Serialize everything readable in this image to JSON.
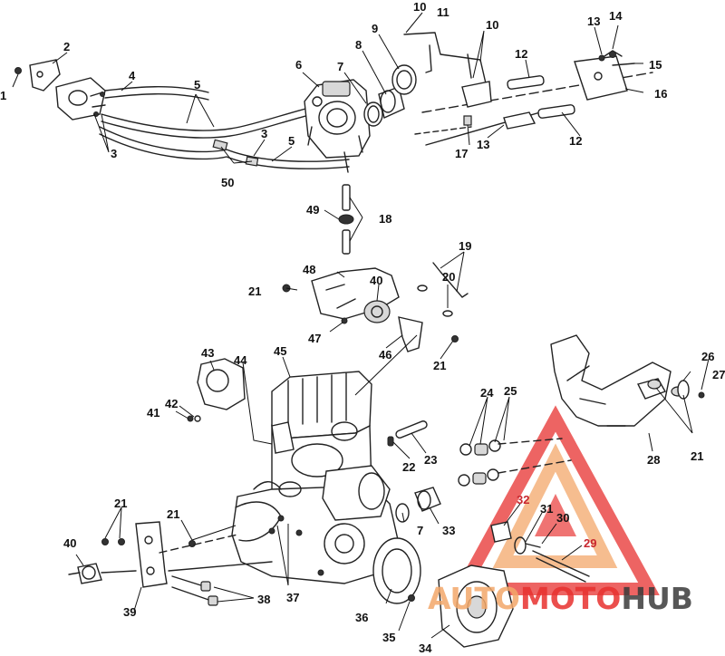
{
  "watermark": {
    "part1": "AUTO",
    "part2": "MOTO",
    "part3": "HUB",
    "color_primary": "#e8312f",
    "color_secondary": "#f3a86a",
    "color_dark": "#3a3a3a"
  },
  "callouts": [
    {
      "id": "c1",
      "text": "1"
    },
    {
      "id": "c2",
      "text": "2"
    },
    {
      "id": "c3a",
      "text": "3"
    },
    {
      "id": "c3b",
      "text": "3"
    },
    {
      "id": "c4",
      "text": "4"
    },
    {
      "id": "c5a",
      "text": "5"
    },
    {
      "id": "c5b",
      "text": "5"
    },
    {
      "id": "c6",
      "text": "6"
    },
    {
      "id": "c7a",
      "text": "7"
    },
    {
      "id": "c7b",
      "text": "7"
    },
    {
      "id": "c8",
      "text": "8"
    },
    {
      "id": "c9",
      "text": "9"
    },
    {
      "id": "c10a",
      "text": "10"
    },
    {
      "id": "c10b",
      "text": "10"
    },
    {
      "id": "c11",
      "text": "11"
    },
    {
      "id": "c12a",
      "text": "12"
    },
    {
      "id": "c12b",
      "text": "12"
    },
    {
      "id": "c13a",
      "text": "13"
    },
    {
      "id": "c13b",
      "text": "13"
    },
    {
      "id": "c14",
      "text": "14"
    },
    {
      "id": "c15",
      "text": "15"
    },
    {
      "id": "c16",
      "text": "16"
    },
    {
      "id": "c17",
      "text": "17"
    },
    {
      "id": "c18",
      "text": "18"
    },
    {
      "id": "c19",
      "text": "19"
    },
    {
      "id": "c20",
      "text": "20"
    },
    {
      "id": "c21a",
      "text": "21"
    },
    {
      "id": "c21b",
      "text": "21"
    },
    {
      "id": "c21c",
      "text": "21"
    },
    {
      "id": "c21d",
      "text": "21"
    },
    {
      "id": "c21e",
      "text": "21"
    },
    {
      "id": "c22",
      "text": "22"
    },
    {
      "id": "c23",
      "text": "23"
    },
    {
      "id": "c24",
      "text": "24"
    },
    {
      "id": "c25",
      "text": "25"
    },
    {
      "id": "c26",
      "text": "26"
    },
    {
      "id": "c27",
      "text": "27"
    },
    {
      "id": "c28",
      "text": "28"
    },
    {
      "id": "c29",
      "text": "29"
    },
    {
      "id": "c30",
      "text": "30"
    },
    {
      "id": "c31",
      "text": "31"
    },
    {
      "id": "c32",
      "text": "32"
    },
    {
      "id": "c33",
      "text": "33"
    },
    {
      "id": "c34",
      "text": "34"
    },
    {
      "id": "c35",
      "text": "35"
    },
    {
      "id": "c36",
      "text": "36"
    },
    {
      "id": "c37",
      "text": "37"
    },
    {
      "id": "c38",
      "text": "38"
    },
    {
      "id": "c39",
      "text": "39"
    },
    {
      "id": "c40a",
      "text": "40"
    },
    {
      "id": "c40b",
      "text": "40"
    },
    {
      "id": "c41",
      "text": "41"
    },
    {
      "id": "c42",
      "text": "42"
    },
    {
      "id": "c43",
      "text": "43"
    },
    {
      "id": "c44",
      "text": "44"
    },
    {
      "id": "c45",
      "text": "45"
    },
    {
      "id": "c46",
      "text": "46"
    },
    {
      "id": "c47",
      "text": "47"
    },
    {
      "id": "c48",
      "text": "48"
    },
    {
      "id": "c49",
      "text": "49"
    },
    {
      "id": "c50",
      "text": "50"
    }
  ]
}
